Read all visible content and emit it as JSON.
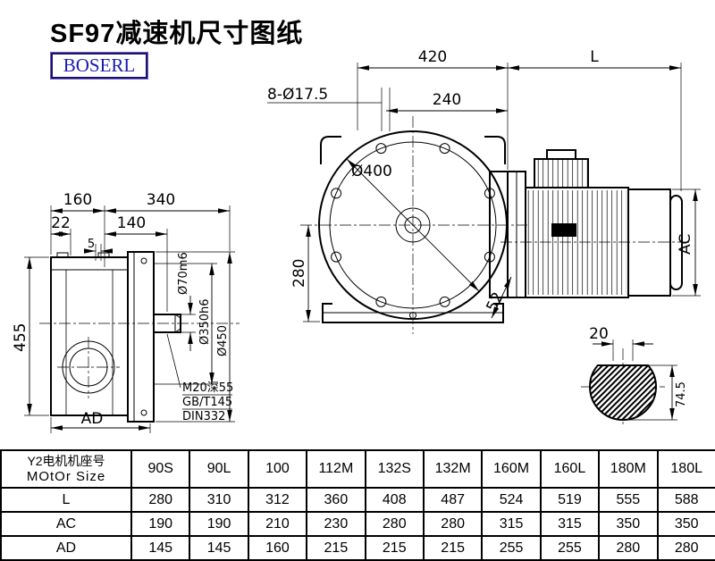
{
  "title": "SF97减速机尺寸图纸",
  "logo": "BOSERL",
  "drawing": {
    "top_view": {
      "dim_420": "420",
      "dim_L": "L",
      "dim_240": "240",
      "bolt_note": "8-Ø17.5"
    },
    "front_view": {
      "dia_400": "Ø400",
      "dim_280": "280",
      "dim_52": "52"
    },
    "motor_view": {
      "dim_AC": "AC"
    },
    "side_view": {
      "dim_160": "160",
      "dim_340": "340",
      "dim_22": "22",
      "dim_140": "140",
      "dim_5": "5",
      "dim_455": "455",
      "dia_70": "Ø70m6",
      "dia_350": "Ø350h6",
      "dia_450": "Ø450",
      "dim_AD": "AD",
      "thread_note_line1": "M20深55",
      "thread_note_line2": "GB/T145",
      "thread_note_line3": "DIN332"
    },
    "shaft_section": {
      "dim_20": "20",
      "dim_74_5": "74.5"
    }
  },
  "table": {
    "header": {
      "label_cn": "Y2电机机座号",
      "label_en": "MOtOr Size",
      "columns": [
        "90S",
        "90L",
        "100",
        "112M",
        "132S",
        "132M",
        "160M",
        "160L",
        "180M",
        "180L"
      ]
    },
    "rows": [
      {
        "label": "L",
        "values": [
          "280",
          "310",
          "312",
          "360",
          "408",
          "487",
          "524",
          "519",
          "555",
          "588"
        ]
      },
      {
        "label": "AC",
        "values": [
          "190",
          "190",
          "210",
          "230",
          "280",
          "280",
          "315",
          "315",
          "350",
          "350"
        ]
      },
      {
        "label": "AD",
        "values": [
          "145",
          "145",
          "160",
          "215",
          "215",
          "215",
          "255",
          "255",
          "280",
          "280"
        ]
      }
    ]
  }
}
